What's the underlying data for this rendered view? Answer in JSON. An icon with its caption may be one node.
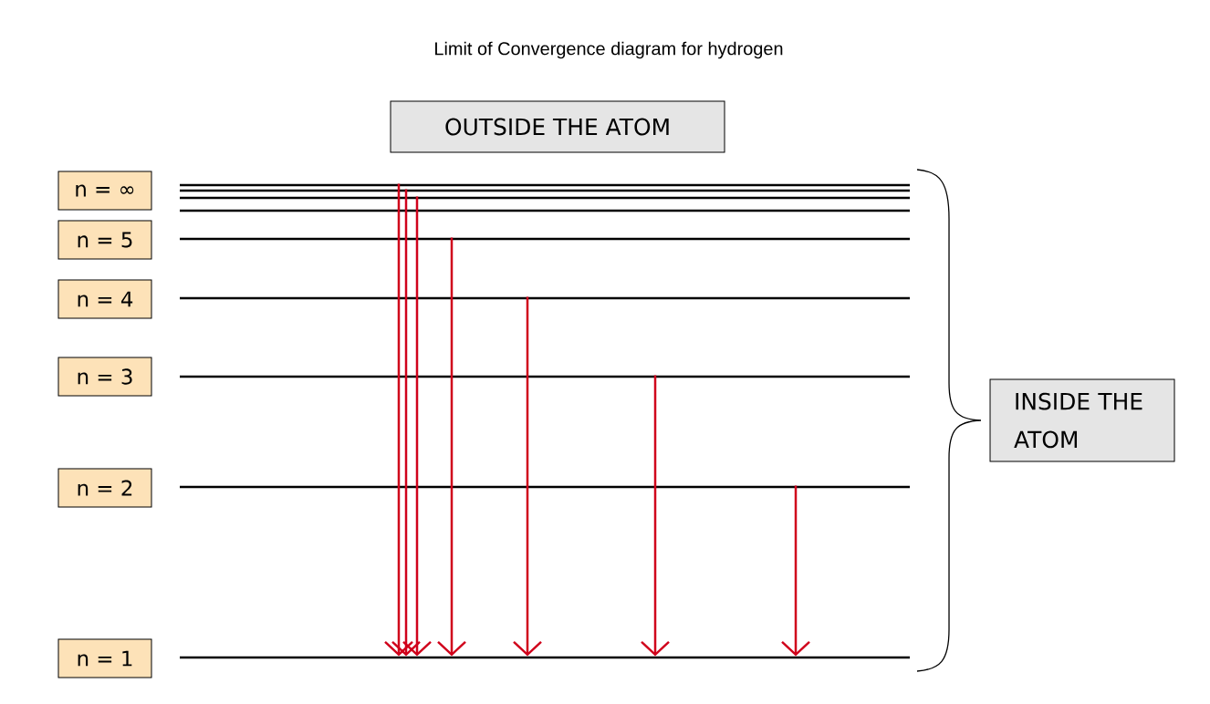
{
  "diagram": {
    "title": "Limit of Convergence diagram for hydrogen",
    "nodes": [
      {
        "text": [
          "OUTSIDE THE ATOM"
        ]
      },
      {
        "text": [
          "INSIDE THE ATOM"
        ]
      },
      {
        "text": [
          "n = ∞"
        ]
      },
      {
        "text": [
          "n = 5"
        ]
      },
      {
        "text": [
          "n = 4"
        ]
      },
      {
        "text": [
          "n = 3"
        ]
      },
      {
        "text": [
          "n = 2"
        ]
      },
      {
        "text": [
          "n = 1"
        ]
      },
      {
        "text": [],
        "shape": "line"
      },
      {
        "text": [],
        "shape": "line"
      },
      {
        "text": [],
        "shape": "line"
      },
      {
        "text": [],
        "shape": "line"
      },
      {
        "text": [],
        "shape": "line"
      },
      {
        "text": [],
        "shape": "line"
      },
      {
        "text": [],
        "shape": "line"
      },
      {
        "text": [],
        "shape": "line"
      },
      {
        "text": [],
        "shape": "line"
      }
    ],
    "edges": [
      {
        "from": 8,
        "to": 16,
        "arrow": "to"
      },
      {
        "from": 9,
        "to": 16,
        "arrow": "to"
      },
      {
        "from": 10,
        "to": 16,
        "arrow": "to"
      },
      {
        "from": 12,
        "to": 16,
        "arrow": "to"
      },
      {
        "from": 13,
        "to": 16,
        "arrow": "to"
      },
      {
        "from": 14,
        "to": 16,
        "arrow": "to"
      },
      {
        "from": 15,
        "to": 16,
        "arrow": "to"
      }
    ]
  }
}
